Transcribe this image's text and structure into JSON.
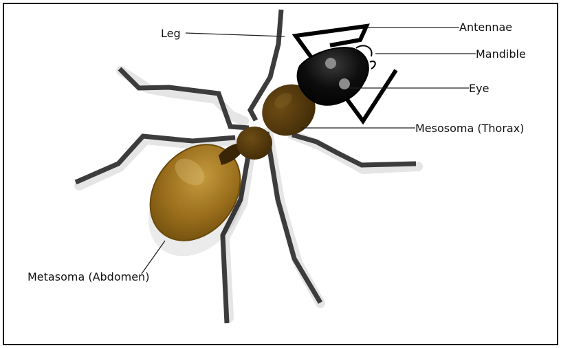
{
  "diagram": {
    "labels": {
      "leg": "Leg",
      "antennae": "Antennae",
      "mandible": "Mandible",
      "eye": "Eye",
      "mesosoma": "Mesosoma (Thorax)",
      "metasoma": "Metasoma (Abdomen)"
    },
    "colors": {
      "legs": "#3c3c3c",
      "thorax": "#4a3208",
      "abdomen": "#8b6414",
      "head": "#000000",
      "eye": "#8c8c8c",
      "border": "#000000"
    }
  }
}
